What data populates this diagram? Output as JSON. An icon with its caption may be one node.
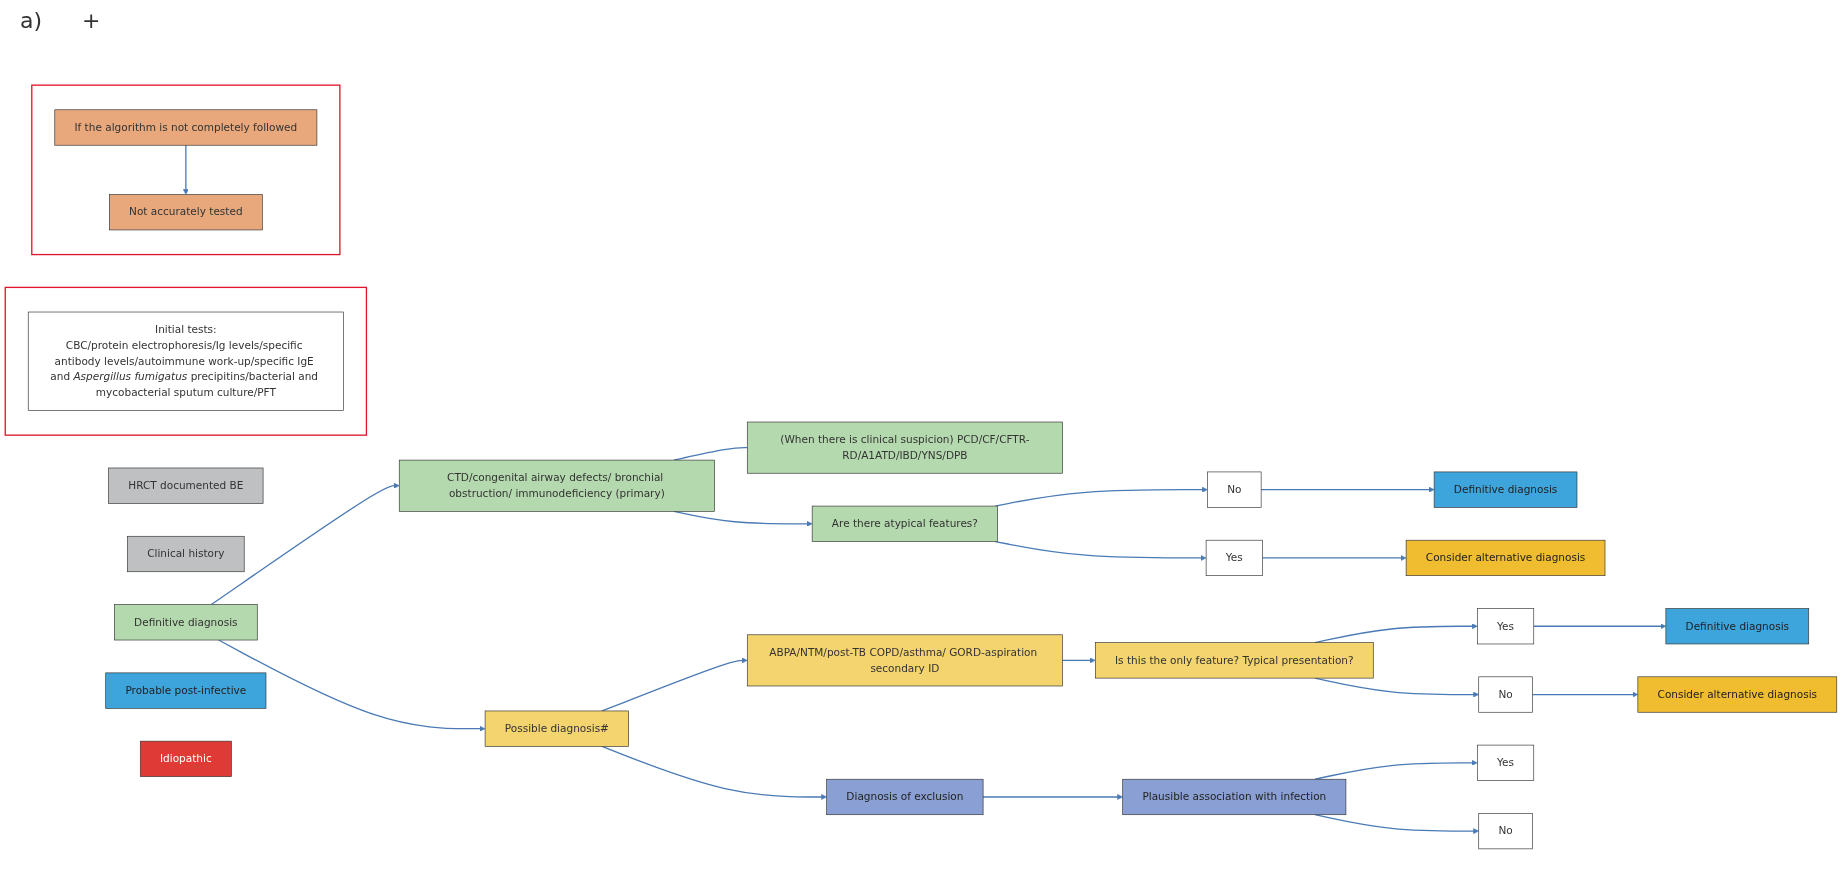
{
  "diagram": {
    "nodes": [
      {
        "text": [
          "HRCT documented BE"
        ]
      },
      {
        "text": [
          "Clinical history"
        ]
      },
      {
        "text": [],
        "shape": "box"
      },
      {
        "text": [
          "Initial tests:",
          "CBC/protein electrophoresis/Ig levels/specific antibody levels/autoimmune work-up/specific IgE and *Aspergillus fumigatus* precipitins/bacterial and mycobacterial sputum culture/PFT"
        ],
        "in": 2
      },
      {
        "text": [
          "Definitive diagnosis"
        ]
      },
      {
        "text": [
          "CTD/congenital airway defects/ bronchial obstruction/ immunodeficiency (primary)"
        ]
      },
      {
        "text": [
          "(When there is clinical suspicion) PCD/CF/CFTR-RD/A1ATD/IBD/YNS/DPB"
        ]
      },
      {
        "text": [
          "Are there atypical features?"
        ]
      },
      {
        "text": [
          "No"
        ]
      },
      {
        "text": [
          "Definitive diagnosis"
        ]
      },
      {
        "text": [
          "Yes"
        ]
      },
      {
        "text": [
          "Consider alternative diagnosis"
        ]
      },
      {
        "text": [
          "Possible diagnosis#"
        ]
      },
      {
        "text": [
          "ABPA/NTM/post-TB COPD/asthma/ GORD-aspiration secondary ID"
        ]
      },
      {
        "text": [
          "Is this the only feature? Typical presentation?"
        ]
      },
      {
        "text": [
          "Yes"
        ]
      },
      {
        "text": [
          "Definitive diagnosis"
        ]
      },
      {
        "text": [
          "No"
        ]
      },
      {
        "text": [
          "Consider alternative diagnosis"
        ]
      },
      {
        "text": [
          "Diagnosis of exclusion"
        ]
      },
      {
        "text": [
          "Plausible association with infection"
        ]
      },
      {
        "text": [
          "Yes"
        ]
      },
      {
        "text": [
          "Probable post-infective"
        ]
      },
      {
        "text": [
          "No"
        ]
      },
      {
        "text": [
          "Idiopathic"
        ]
      },
      {
        "text": [],
        "shape": "box"
      },
      {
        "text": [
          "If the algorithm is not completely followed"
        ],
        "in": 25
      },
      {
        "text": [
          "Not accurately tested"
        ],
        "in": 25
      }
    ],
    "edges": [
      {
        "from": 4,
        "to": 5,
        "arrow": "to"
      },
      {
        "from": 5,
        "to": 6,
        "arrow": "none"
      },
      {
        "from": 5,
        "to": 7,
        "arrow": "to"
      },
      {
        "from": 7,
        "to": 8,
        "arrow": "to"
      },
      {
        "from": 8,
        "to": 9,
        "arrow": "to"
      },
      {
        "from": 7,
        "to": 10,
        "arrow": "to"
      },
      {
        "from": 10,
        "to": 11,
        "arrow": "to"
      },
      {
        "from": 4,
        "to": 12,
        "arrow": "to"
      },
      {
        "from": 12,
        "to": 13,
        "arrow": "to"
      },
      {
        "from": 13,
        "to": 14,
        "arrow": "to"
      },
      {
        "from": 14,
        "to": 15,
        "arrow": "to"
      },
      {
        "from": 15,
        "to": 16,
        "arrow": "to"
      },
      {
        "from": 14,
        "to": 17,
        "arrow": "to"
      },
      {
        "from": 17,
        "to": 18,
        "arrow": "to"
      },
      {
        "from": 12,
        "to": 19,
        "arrow": "to"
      },
      {
        "from": 19,
        "to": 20,
        "arrow": "to"
      },
      {
        "from": 20,
        "to": 21,
        "arrow": "to"
      },
      {
        "from": 20,
        "to": 23,
        "arrow": "to"
      },
      {
        "from": 26,
        "to": 27,
        "arrow": "to"
      }
    ],
    "labels": [
      "a)",
      "+"
    ]
  }
}
